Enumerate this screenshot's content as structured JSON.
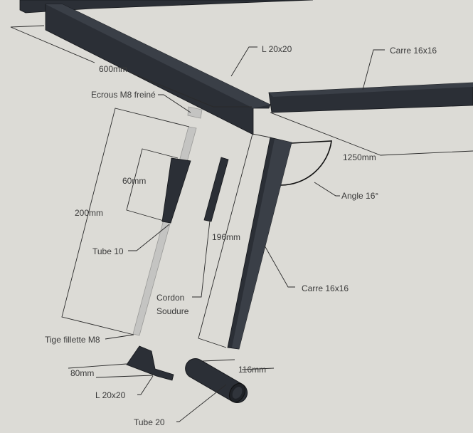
{
  "labels": {
    "l_top": "L 20x20",
    "carre_top": "Carre 16x16",
    "dim_600": "600mm",
    "ecrous": "Ecrous M8 freiné",
    "dim_1250": "1250mm",
    "dim_60": "60mm",
    "angle": "Angle 16°",
    "dim_200": "200mm",
    "tube10": "Tube 10",
    "dim_196": "196mm",
    "carre_vertical": "Carre 16x16",
    "cordon_line1": "Cordon",
    "cordon_line2": "Soudure",
    "tige": "Tige fillette M8",
    "dim_80": "80mm",
    "dim_116": "116mm",
    "l_bottom": "L 20x20",
    "tube20": "Tube 20"
  },
  "colors": {
    "background": "#dcdbd6",
    "steel": "#2b2f36",
    "rod": "#c4c4c2"
  }
}
